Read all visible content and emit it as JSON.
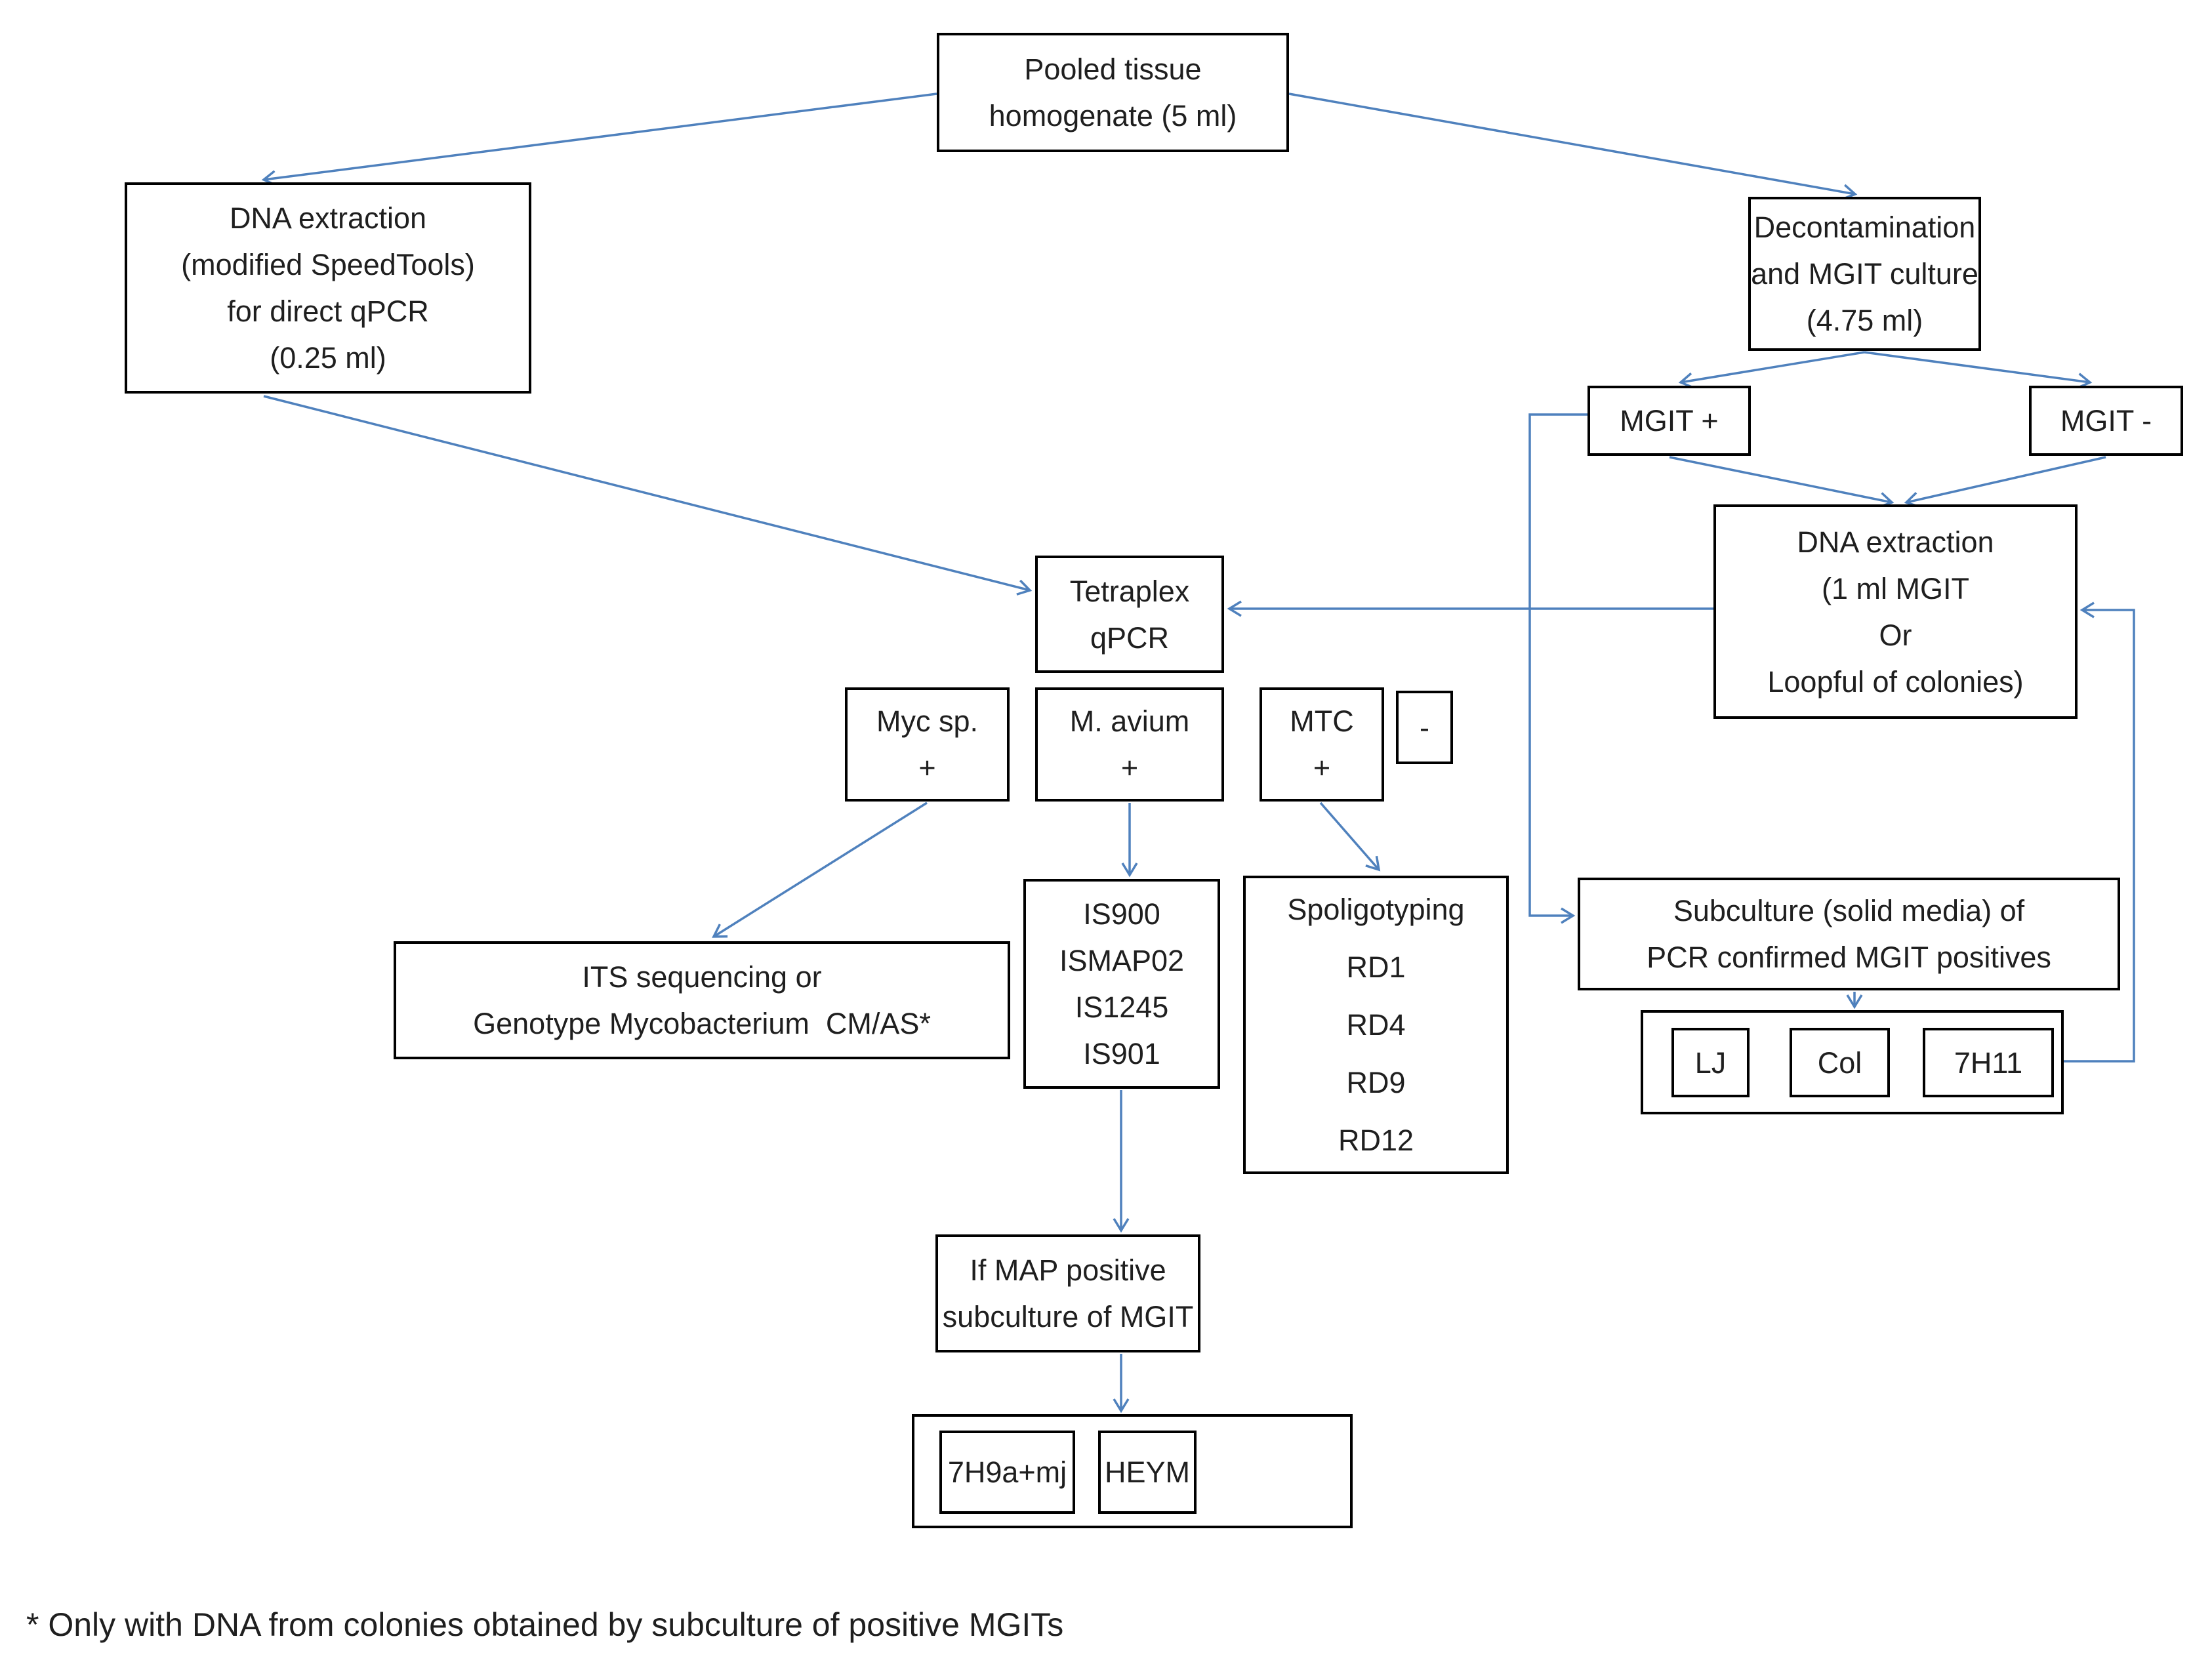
{
  "colors": {
    "arrow": "#4f81bd",
    "border": "#000000",
    "text": "#1f1f1f",
    "background": "#ffffff"
  },
  "nodes": {
    "pooled": {
      "label": "Pooled tissue\nhomogenate (5 ml)"
    },
    "dna_direct": {
      "label": "DNA extraction\n(modified SpeedTools)\nfor direct qPCR\n(0.25 ml)"
    },
    "decontamination": {
      "label": "Decontamination\nand MGIT culture\n(4.75 ml)"
    },
    "mgit_positive": {
      "label": "MGIT +"
    },
    "mgit_negative": {
      "label": "MGIT -"
    },
    "dna_mgit": {
      "label": "DNA extraction\n(1 ml MGIT\nOr\nLoopful of colonies)"
    },
    "tetraplex": {
      "label": "Tetraplex\nqPCR"
    },
    "myc_sp": {
      "label": "Myc sp.\n+"
    },
    "m_avium": {
      "label": "M. avium\n+"
    },
    "mtc": {
      "label": "MTC\n+"
    },
    "negative_result": {
      "label": "-"
    },
    "is_markers": {
      "label": "IS900\nISMAP02\nIS1245\nIS901"
    },
    "spoligotyping": {
      "label": "Spoligotyping\nRD1\nRD4\nRD9\nRD12"
    },
    "its_sequencing": {
      "label": "ITS sequencing or\nGenotype Mycobacterium  CM/AS*"
    },
    "subculture": {
      "label": "Subculture (solid media) of\nPCR confirmed MGIT positives"
    },
    "lj": {
      "label": "LJ"
    },
    "col": {
      "label": "Col"
    },
    "seven_h11": {
      "label": "7H11"
    },
    "if_map": {
      "label": "If MAP positive\nsubculture of MGIT"
    },
    "seven_h9": {
      "label": "7H9a+mj"
    },
    "heym": {
      "label": "HEYM"
    }
  },
  "footnote": "* Only with DNA from colonies obtained by subculture of positive MGITs"
}
